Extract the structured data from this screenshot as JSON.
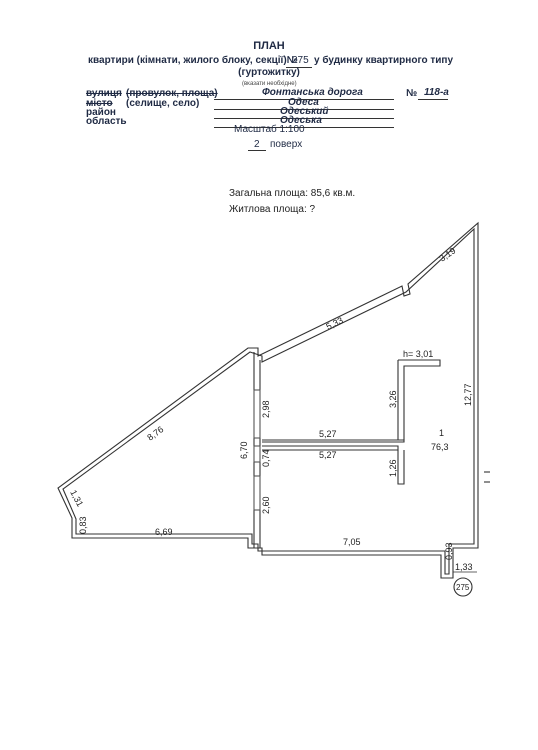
{
  "header": {
    "title": "ПЛАН",
    "subtitle_prefix": "квартири (кімнати, жилого блоку, секції)№",
    "apartment_number": "275",
    "subtitle_suffix": "у будинку квартирного типу",
    "subtitle_line2": "(гуртожитку)",
    "hint": "(вказати необхідне)"
  },
  "address": {
    "street_label": "вулиця",
    "street_alt_label": "(провулок, площа)",
    "street_value": "Фонтанська дорога",
    "building_label": "№",
    "building_value": "118-а",
    "city_label": "місто",
    "city_alt_label": "(селище, село)",
    "city_value": "Одеса",
    "district_label": "район",
    "district_value": "Одеський",
    "region_label": "область",
    "region_value": "Одеська"
  },
  "scale": {
    "label": "Масштаб 1:100",
    "floor_number": "2",
    "floor_label": "поверх"
  },
  "areas": {
    "total": "Загальна площа: 85,6 кв.м.",
    "living": "Житлова площа: ?"
  },
  "plan": {
    "dims": {
      "top_right": "3,19",
      "top_middle": "5,33",
      "height": "h= 3,01",
      "right_wall": "12,77",
      "inner_upper": "3,26",
      "room_number": "1",
      "room_area": "76,3",
      "inner_lower": "1,26",
      "left_diagonal": "8,76",
      "partition_upper": "2,98",
      "partition_total": "6,70",
      "partition_gap": "0,74",
      "partition_lower": "2,60",
      "span_upper": "5,27",
      "span_lower": "5,27",
      "left_short": "1,31",
      "left_bottom": "0,83",
      "bottom_left": "6,69",
      "bottom_right": "7,05",
      "corner_vertical": "0,93",
      "corner_horizontal": "1,33",
      "apartment_marker": "275"
    }
  }
}
